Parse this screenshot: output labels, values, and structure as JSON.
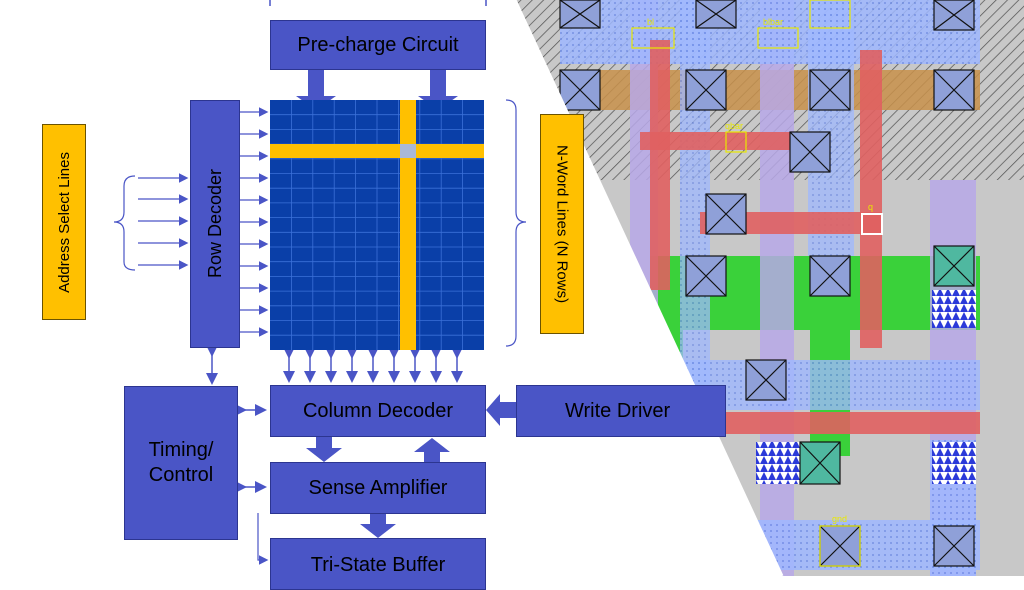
{
  "blocks": {
    "precharge": "Pre-charge Circuit",
    "row_decoder": "Row Decoder",
    "address_lines": "Address Select Lines",
    "word_lines": "N-Word Lines (N Rows)",
    "timing_line1": "Timing/",
    "timing_line2": "Control",
    "column_decoder": "Column Decoder",
    "write_driver": "Write Driver",
    "sense_amp": "Sense Amplifier",
    "tristate": "Tri-State Buffer"
  },
  "layout_labels": {
    "bl": "bl",
    "blbar": "blbar",
    "qbar": "qbar",
    "q": "q",
    "gnd": "gnd"
  },
  "colors": {
    "block_fill": "#4a55c6",
    "array_fill": "#0a3fa8",
    "highlight": "#ffc000",
    "metal_red": "#e06060",
    "diff_green": "#3ad13a",
    "poly_lavender": "#a9b4f0",
    "background_gray": "#c8c8c8"
  }
}
